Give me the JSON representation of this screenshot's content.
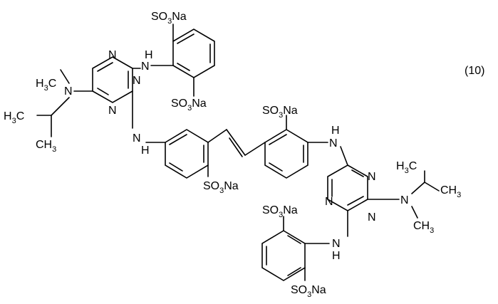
{
  "equation_number": "(10)",
  "groups": {
    "so3na_top": "SO3Na",
    "so3na_upper_ring2": "SO3Na",
    "so3na_stilbene_left": "SO3Na",
    "so3na_stilbene_right": "SO3Na",
    "so3na_lower_ring1": "SO3Na",
    "so3na_bottom": "SO3Na"
  },
  "atoms": {
    "nh_upper_aniline": "H",
    "nh_upper_aniline_n": "N",
    "nh_left_stilbene": "N",
    "nh_left_stilbene_h": "H",
    "nh_right_stilbene": "N",
    "nh_right_stilbene_h": "H",
    "nh_lower_aniline": "N",
    "nh_lower_aniline_h": "H",
    "triazine_left_n_top": "N",
    "triazine_left_n_right": "N",
    "triazine_left_n_bottom": "N",
    "triazine_right_n_top": "N",
    "triazine_right_n_left": "N",
    "triazine_right_n_bottom": "N",
    "amine_left_n": "N",
    "amine_right_n": "N"
  },
  "alkyl": {
    "left_n_methyl": "H3C",
    "left_isopropyl_methyl_top": "H3C",
    "left_isopropyl_methyl_bottom": "CH3",
    "right_n_methyl": "CH3",
    "right_isopropyl_methyl_left": "H3C",
    "right_isopropyl_methyl_right": "CH3"
  }
}
